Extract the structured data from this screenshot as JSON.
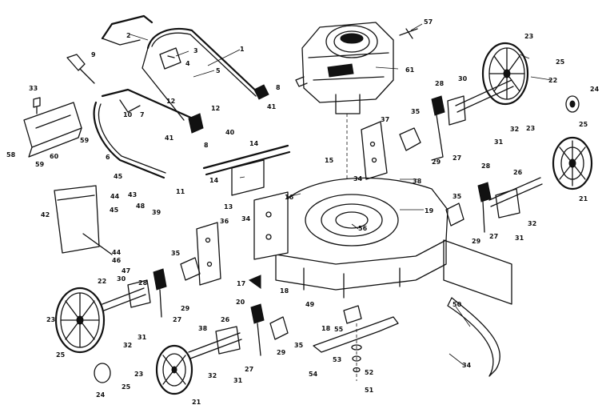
{
  "callouts": [
    {
      "id": "c2",
      "label": "2"
    },
    {
      "id": "c1",
      "label": "1"
    },
    {
      "id": "c3",
      "label": "3"
    },
    {
      "id": "c4",
      "label": "4"
    },
    {
      "id": "c5",
      "label": "5"
    },
    {
      "id": "c9",
      "label": "9"
    },
    {
      "id": "c33",
      "label": "33"
    },
    {
      "id": "c8a",
      "label": "8"
    },
    {
      "id": "c12a",
      "label": "12"
    },
    {
      "id": "c12b",
      "label": "12"
    },
    {
      "id": "c41a",
      "label": "41"
    },
    {
      "id": "c10",
      "label": "10"
    },
    {
      "id": "c7",
      "label": "7"
    },
    {
      "id": "c59a",
      "label": "59"
    },
    {
      "id": "c58",
      "label": "58"
    },
    {
      "id": "c59b",
      "label": "59"
    },
    {
      "id": "c60",
      "label": "60"
    },
    {
      "id": "c6",
      "label": "6"
    },
    {
      "id": "c8b",
      "label": "8"
    },
    {
      "id": "c40",
      "label": "40"
    },
    {
      "id": "c41b",
      "label": "41"
    },
    {
      "id": "c11",
      "label": "11"
    },
    {
      "id": "c14a",
      "label": "14"
    },
    {
      "id": "c14b",
      "label": "14"
    },
    {
      "id": "c13",
      "label": "13"
    },
    {
      "id": "c15",
      "label": "15"
    },
    {
      "id": "c16",
      "label": "16"
    },
    {
      "id": "c57",
      "label": "57"
    },
    {
      "id": "c61",
      "label": "61"
    },
    {
      "id": "c37",
      "label": "37"
    },
    {
      "id": "c34a",
      "label": "34"
    },
    {
      "id": "c38a",
      "label": "38"
    },
    {
      "id": "c19",
      "label": "19"
    },
    {
      "id": "c56",
      "label": "56"
    },
    {
      "id": "c35a",
      "label": "35"
    },
    {
      "id": "c29a",
      "label": "29"
    },
    {
      "id": "c27a",
      "label": "27"
    },
    {
      "id": "c28a",
      "label": "28"
    },
    {
      "id": "c30a",
      "label": "30"
    },
    {
      "id": "c32a",
      "label": "32"
    },
    {
      "id": "c31a",
      "label": "31"
    },
    {
      "id": "c23a",
      "label": "23"
    },
    {
      "id": "c25a",
      "label": "25"
    },
    {
      "id": "c22a",
      "label": "22"
    },
    {
      "id": "c24a",
      "label": "24"
    },
    {
      "id": "c23b",
      "label": "23"
    },
    {
      "id": "c25b",
      "label": "25"
    },
    {
      "id": "c21a",
      "label": "21"
    },
    {
      "id": "c28b",
      "label": "28"
    },
    {
      "id": "c26a",
      "label": "26"
    },
    {
      "id": "c35b",
      "label": "35"
    },
    {
      "id": "c29b",
      "label": "29"
    },
    {
      "id": "c27b",
      "label": "27"
    },
    {
      "id": "c31b",
      "label": "31"
    },
    {
      "id": "c32b",
      "label": "32"
    },
    {
      "id": "c45a",
      "label": "45"
    },
    {
      "id": "c44a",
      "label": "44"
    },
    {
      "id": "c43",
      "label": "43"
    },
    {
      "id": "c42",
      "label": "42"
    },
    {
      "id": "c45b",
      "label": "45"
    },
    {
      "id": "c48",
      "label": "48"
    },
    {
      "id": "c39",
      "label": "39"
    },
    {
      "id": "c36",
      "label": "36"
    },
    {
      "id": "c34b",
      "label": "34"
    },
    {
      "id": "c44b",
      "label": "44"
    },
    {
      "id": "c46",
      "label": "46"
    },
    {
      "id": "c47",
      "label": "47"
    },
    {
      "id": "c35c",
      "label": "35"
    },
    {
      "id": "c28c",
      "label": "28"
    },
    {
      "id": "c30b",
      "label": "30"
    },
    {
      "id": "c22b",
      "label": "22"
    },
    {
      "id": "c29c",
      "label": "29"
    },
    {
      "id": "c27c",
      "label": "27"
    },
    {
      "id": "c38b",
      "label": "38"
    },
    {
      "id": "c23c",
      "label": "23"
    },
    {
      "id": "c32c",
      "label": "32"
    },
    {
      "id": "c31c",
      "label": "31"
    },
    {
      "id": "c25c",
      "label": "25"
    },
    {
      "id": "c24b",
      "label": "24"
    },
    {
      "id": "c25d",
      "label": "25"
    },
    {
      "id": "c23d",
      "label": "23"
    },
    {
      "id": "c21b",
      "label": "21"
    },
    {
      "id": "c26b",
      "label": "26"
    },
    {
      "id": "c32d",
      "label": "32"
    },
    {
      "id": "c31d",
      "label": "31"
    },
    {
      "id": "c27d",
      "label": "27"
    },
    {
      "id": "c29d",
      "label": "29"
    },
    {
      "id": "c35d",
      "label": "35"
    },
    {
      "id": "c17",
      "label": "17"
    },
    {
      "id": "c20",
      "label": "20"
    },
    {
      "id": "c18a",
      "label": "18"
    },
    {
      "id": "c49",
      "label": "49"
    },
    {
      "id": "c18b",
      "label": "18"
    },
    {
      "id": "c55",
      "label": "55"
    },
    {
      "id": "c54",
      "label": "54"
    },
    {
      "id": "c53",
      "label": "53"
    },
    {
      "id": "c52",
      "label": "52"
    },
    {
      "id": "c51",
      "label": "51"
    },
    {
      "id": "c50",
      "label": "50"
    },
    {
      "id": "c34c",
      "label": "34"
    }
  ]
}
